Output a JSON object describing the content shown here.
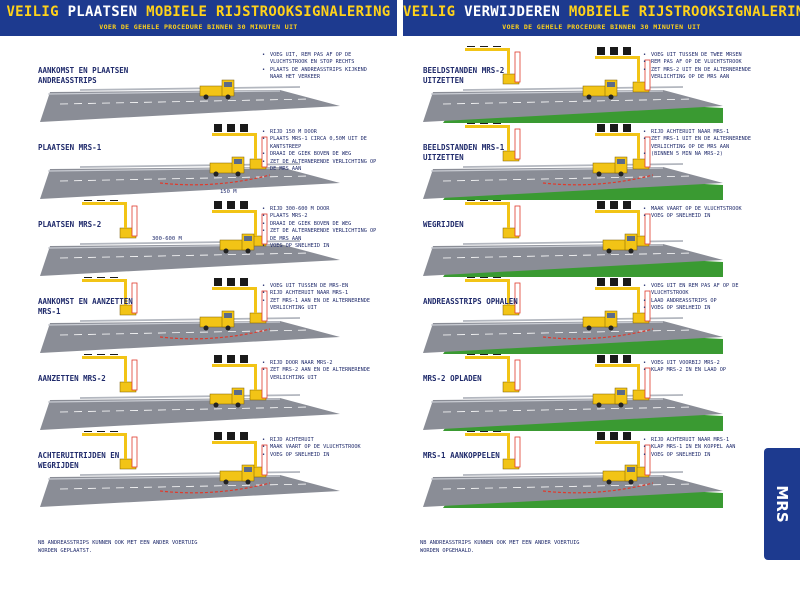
{
  "left_header": {
    "title_part1": "VEILIG ",
    "title_part2": "PLAATSEN ",
    "title_part3": "MOBIELE RIJSTROOKSIGNALERING",
    "subtitle": "VOER DE GEHELE PROCEDURE BINNEN 30 MINUTEN UIT"
  },
  "right_header": {
    "title_part1": "VEILIG ",
    "title_part2": "VERWIJDEREN ",
    "title_part3": "MOBIELE RIJSTROOKSIGNALERING",
    "subtitle": "VOER DE GEHELE PROCEDURE BINNEN 30 MINUTEN UIT"
  },
  "left_steps": [
    {
      "title": "AANKOMST EN PLAATSEN ANDREASSTRIPS",
      "bullets": [
        "VOEG UIT, REM PAS AF OP DE VLUCHTSTROOK EN STOP RECHTS",
        "PLAATS DE ANDREASSTRIPS KIJKEND NAAR HET VERKEER"
      ]
    },
    {
      "title": "PLAATSEN MRS-1",
      "bullets": [
        "RIJD 150 M DOOR",
        "PLAATS MRS-1 CIRCA 0,50M UIT DE KANTSTREEP",
        "DRAAI DE GIEK BOVEN DE WEG",
        "ZET DE ALTERNERENDE VERLICHTING OP DE MRS AAN"
      ]
    },
    {
      "title": "PLAATSEN MRS-2",
      "bullets": [
        "RIJD 300-600 M DOOR",
        "PLAATS MRS-2",
        "DRAAI DE GIEK BOVEN DE WEG",
        "ZET DE ALTERNERENDE VERLICHTING OP DE MRS AAN",
        "VOEG OP SNELHEID IN"
      ]
    },
    {
      "title": "AANKOMST EN AANZETTEN MRS-1",
      "bullets": [
        "VOEG UIT TUSSEN DE MRS-EN",
        "RIJD ACHTERUIT NAAR MRS-1",
        "ZET MRS-1 AAN EN DE ALTERNERENDE VERLICHTING UIT"
      ]
    },
    {
      "title": "AANZETTEN MRS-2",
      "bullets": [
        "RIJD DOOR NAAR MRS-2",
        "ZET MRS-2 AAN EN DE ALTERNERENDE VERLICHTING UIT"
      ]
    },
    {
      "title": "ACHTERUITRIJDEN EN WEGRIJDEN",
      "bullets": [
        "RIJD ACHTERUIT",
        "MAAK VAART OP DE VLUCHTSTROOK",
        "VOEG OP SNELHEID IN"
      ]
    }
  ],
  "right_steps": [
    {
      "title": "BEELDSTANDEN MRS-2 UITZETTEN",
      "bullets": [
        "VOEG UIT TUSSEN DE TWEE MRSEN",
        "REM PAS AF OP DE VLUCHTSTROOK",
        "ZET MRS-2 UIT EN DE ALTERNERENDE VERLICHTING OP DE MRS AAN"
      ]
    },
    {
      "title": "BEELDSTANDEN MRS-1 UITZETTEN",
      "bullets": [
        "RIJD ACHTERUIT NAAR MRS-1",
        "ZET MRS-1 UIT EN DE ALTERNERENDE VERLICHTING OP DE MRS AAN",
        "(BINNEN 5 MIN NA MRS-2)"
      ]
    },
    {
      "title": "WEGRIJDEN",
      "bullets": [
        "MAAK VAART OP DE VLUCHTSTROOK",
        "VOEG OP SNELHEID IN"
      ]
    },
    {
      "title": "ANDREASSTRIPS OPHALEN",
      "bullets": [
        "VOEG UIT EN REM PAS AF OP DE VLUCHTSTROOK",
        "LAAD ANDREASSTRIPS OP",
        "VOEG OP SNELHEID IN"
      ]
    },
    {
      "title": "MRS-2 OPLADEN",
      "bullets": [
        "VOEG UIT VOORBIJ MRS-2",
        "KLAP MRS-2 IN EN LAAD OP"
      ]
    },
    {
      "title": "MRS-1 AANKOPPELEN",
      "bullets": [
        "RIJD ACHTERUIT NAAR MRS-1",
        "KLAP MRS-1 IN EN KOPPEL AAN",
        "VOEG OP SNELHEID IN"
      ]
    }
  ],
  "distance_labels": {
    "d150": "150 M",
    "d300": "300-600 M"
  },
  "notes": {
    "left": "NB ANDREASSTRIPS KUNNEN OOK MET EEN ANDER VOERTUIG WORDEN GEPLAATST.",
    "right": "NB ANDREASSTRIPS KUNNEN OOK MET EEN ANDER VOERTUIG WORDEN OPGEHAALD."
  },
  "side_tab": "MRS",
  "colors": {
    "header_blue": "#1d3a8f",
    "header_yellow": "#ffd21a",
    "road": "#8a8d96",
    "grass": "#3a9a32",
    "truck": "#f2c416",
    "arrow_red": "#e0392b"
  }
}
